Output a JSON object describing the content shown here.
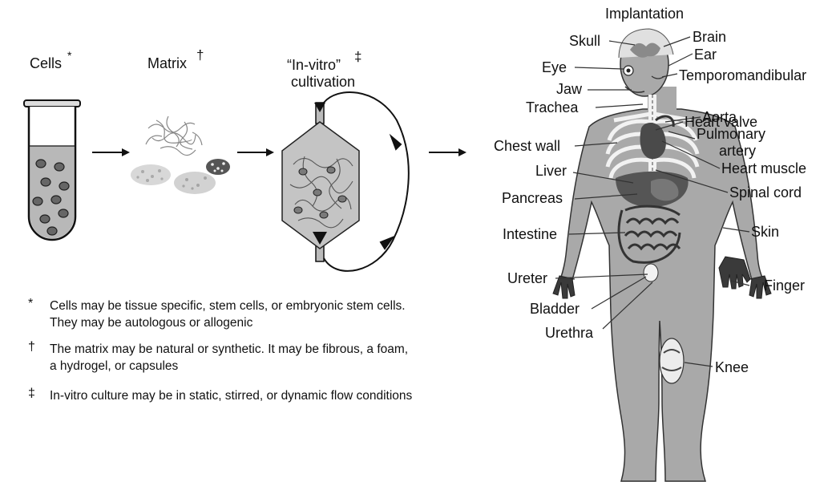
{
  "process": {
    "cells_label": "Cells",
    "cells_mark": "*",
    "matrix_label": "Matrix",
    "matrix_mark": "†",
    "invitro_label_line1": "“In-vitro”",
    "invitro_mark": "‡",
    "invitro_label_line2": "cultivation"
  },
  "implantation": {
    "title": "Implantation",
    "labels": [
      "Skull",
      "Brain",
      "Ear",
      "Eye",
      "Temporomandibular",
      "Jaw",
      "Trachea",
      "Heart valve",
      "Aorta",
      "Pulmonary",
      "artery",
      "Chest wall",
      "Heart muscle",
      "Liver",
      "Spinal cord",
      "Pancreas",
      "Skin",
      "Intestine",
      "Ureter",
      "Finger",
      "Bladder",
      "Urethra",
      "Knee"
    ]
  },
  "notes": [
    {
      "symbol": "*",
      "line1": "Cells may be tissue specific, stem cells, or embryonic stem cells.",
      "line2": "They may be autologous or allogenic"
    },
    {
      "symbol": "†",
      "line1": "The matrix may be natural or synthetic. It may be fibrous, a foam,",
      "line2": "a hydrogel, or capsules"
    },
    {
      "symbol": "‡",
      "line1": "In-vitro culture may be in static, stirred, or dynamic flow conditions",
      "line2": ""
    }
  ],
  "colors": {
    "ink": "#111111",
    "body_fill": "#a9a9a9",
    "vessel_fill": "#c4c4c4",
    "organ_dark": "#4a4a4a"
  }
}
